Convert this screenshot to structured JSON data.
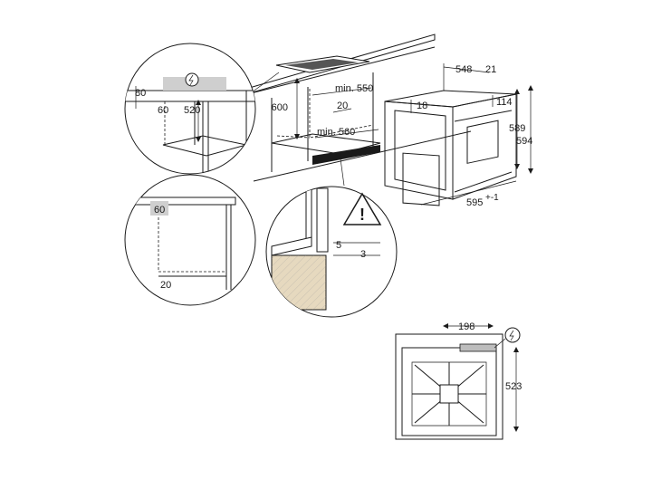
{
  "dimensions": {
    "cabinet_top_gap": "80",
    "top_panel_depth": "60",
    "top_clearance": "520",
    "cabinet_height": "600",
    "min_width": "min. 550",
    "recess_depth": "20",
    "min_width_alt": "min. 560",
    "oven_depth": "548",
    "front_depth": "21",
    "top_offset": "18",
    "side_offset": "114",
    "oven_height_inner": "589",
    "oven_height_outer": "594",
    "oven_width": "595",
    "oven_width_tolerance": "+-1",
    "detail_depth": "60",
    "detail_bottom": "20",
    "gap_5": "5",
    "gap_3": "3",
    "cable_offset": "198",
    "rear_height": "523"
  },
  "icons": {
    "power": "power-symbol-icon",
    "warning": "warning-triangle-icon"
  },
  "colors": {
    "line": "#1a1a1a",
    "shade": "#cfcfcf",
    "wood": "#e6d9bf"
  }
}
